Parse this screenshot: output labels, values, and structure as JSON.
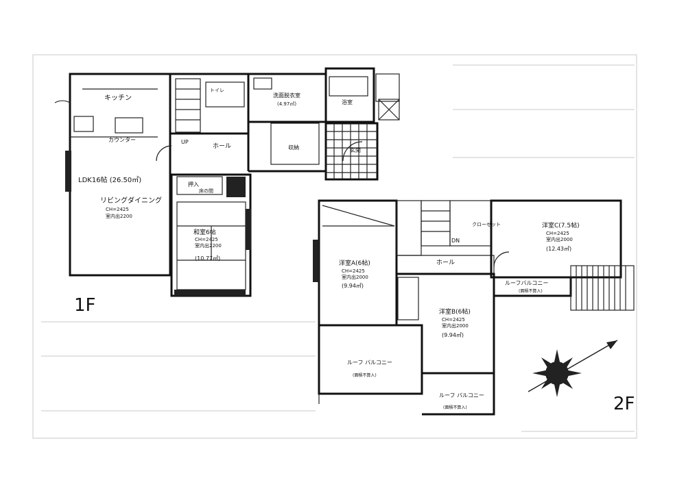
{
  "floor1": {
    "title": "1F",
    "kitchen": "キッチン",
    "counter": "カウンター",
    "ldk": "LDK16帖 (26.50㎡)",
    "living": "リビングダイニング",
    "living_ch": "CH=2425",
    "living_sub": "室内出2200",
    "hall": "ホール",
    "up": "UP",
    "closet": "押入",
    "toko": "床の間",
    "washitsu": "和室6帖",
    "washitsu_ch": "CH=2425",
    "washitsu_sub": "室内出2200",
    "washitsu_area": "(10.77㎡)",
    "toilet": "トイレ",
    "senmen": "洗面脱衣室",
    "senmen_area": "(4.97㎡)",
    "bath": "浴室",
    "storage": "収納",
    "entrance": "玄関"
  },
  "floor2": {
    "title": "2F",
    "roomA": "洋室A(6帖)",
    "roomA_ch": "CH=2425",
    "roomA_sub": "室内出2000",
    "roomA_area": "(9.94㎡)",
    "roomB": "洋室B(6帖)",
    "roomB_ch": "CH=2425",
    "roomB_sub": "室内出2000",
    "roomB_area": "(9.94㎡)",
    "roomC": "洋室C(7.5帖)",
    "roomC_ch": "CH=2425",
    "roomC_sub": "室内出2000",
    "roomC_area": "(12.43㎡)",
    "hall": "ホール",
    "dn": "DN",
    "closet": "クローゼット",
    "roof_balcony_right": "ルーフバルコニー",
    "roof_balcony_right_note": "(面積不算入)",
    "roof_balcony_left": "ルーフ バルコニー",
    "roof_balcony_left_note": "(面積不算入)",
    "roof_balcony_bottom": "ルーフ バルコニー",
    "roof_balcony_bottom_note": "(面積不算入)"
  }
}
